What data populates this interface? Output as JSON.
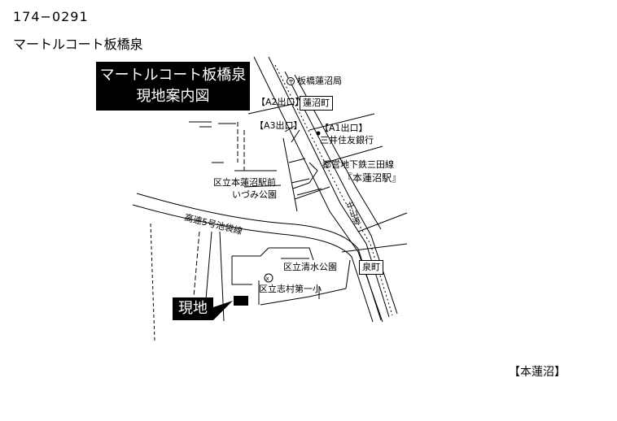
{
  "header": {
    "postal_code": "174−0291",
    "building_name": "マートルコート板橋泉"
  },
  "map": {
    "title_line1": "マートルコート板橋泉",
    "title_line2": "現地案内図",
    "site_label": "現地",
    "labels": {
      "post_office": "板橋蓮沼局",
      "exit_a2": "【A2出口】",
      "hasunuma_cho": "蓮沼町",
      "exit_a3": "【A3出口】",
      "exit_a1": "【A1出口】",
      "bank": "三井住友銀行",
      "subway_line": "都営地下鉄三田線",
      "station": "『本蓮沼駅』",
      "park_north_line1": "区立本蓮沼駅前",
      "park_north_line2": "いづみ公園",
      "expressway": "高速5号池袋線",
      "nakasendo": "中山道",
      "shimizu_park": "区立清水公園",
      "izumi_cho": "泉町",
      "school": "区立志村第一小"
    }
  },
  "footer": {
    "area_label": "【本蓮沼】"
  }
}
